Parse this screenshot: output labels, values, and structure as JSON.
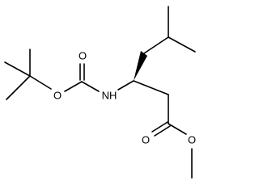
{
  "molecule": {
    "atoms": {
      "carbamate_carbonyl_oxygen": "O",
      "carbamate_ether_oxygen": "O",
      "amine_nitrogen": "NH",
      "ester_carbonyl_oxygen": "O",
      "ester_ether_oxygen": "O"
    },
    "stereocenter_wedge": "bold",
    "colors": {
      "bond": "#000000",
      "background": "#ffffff"
    }
  }
}
